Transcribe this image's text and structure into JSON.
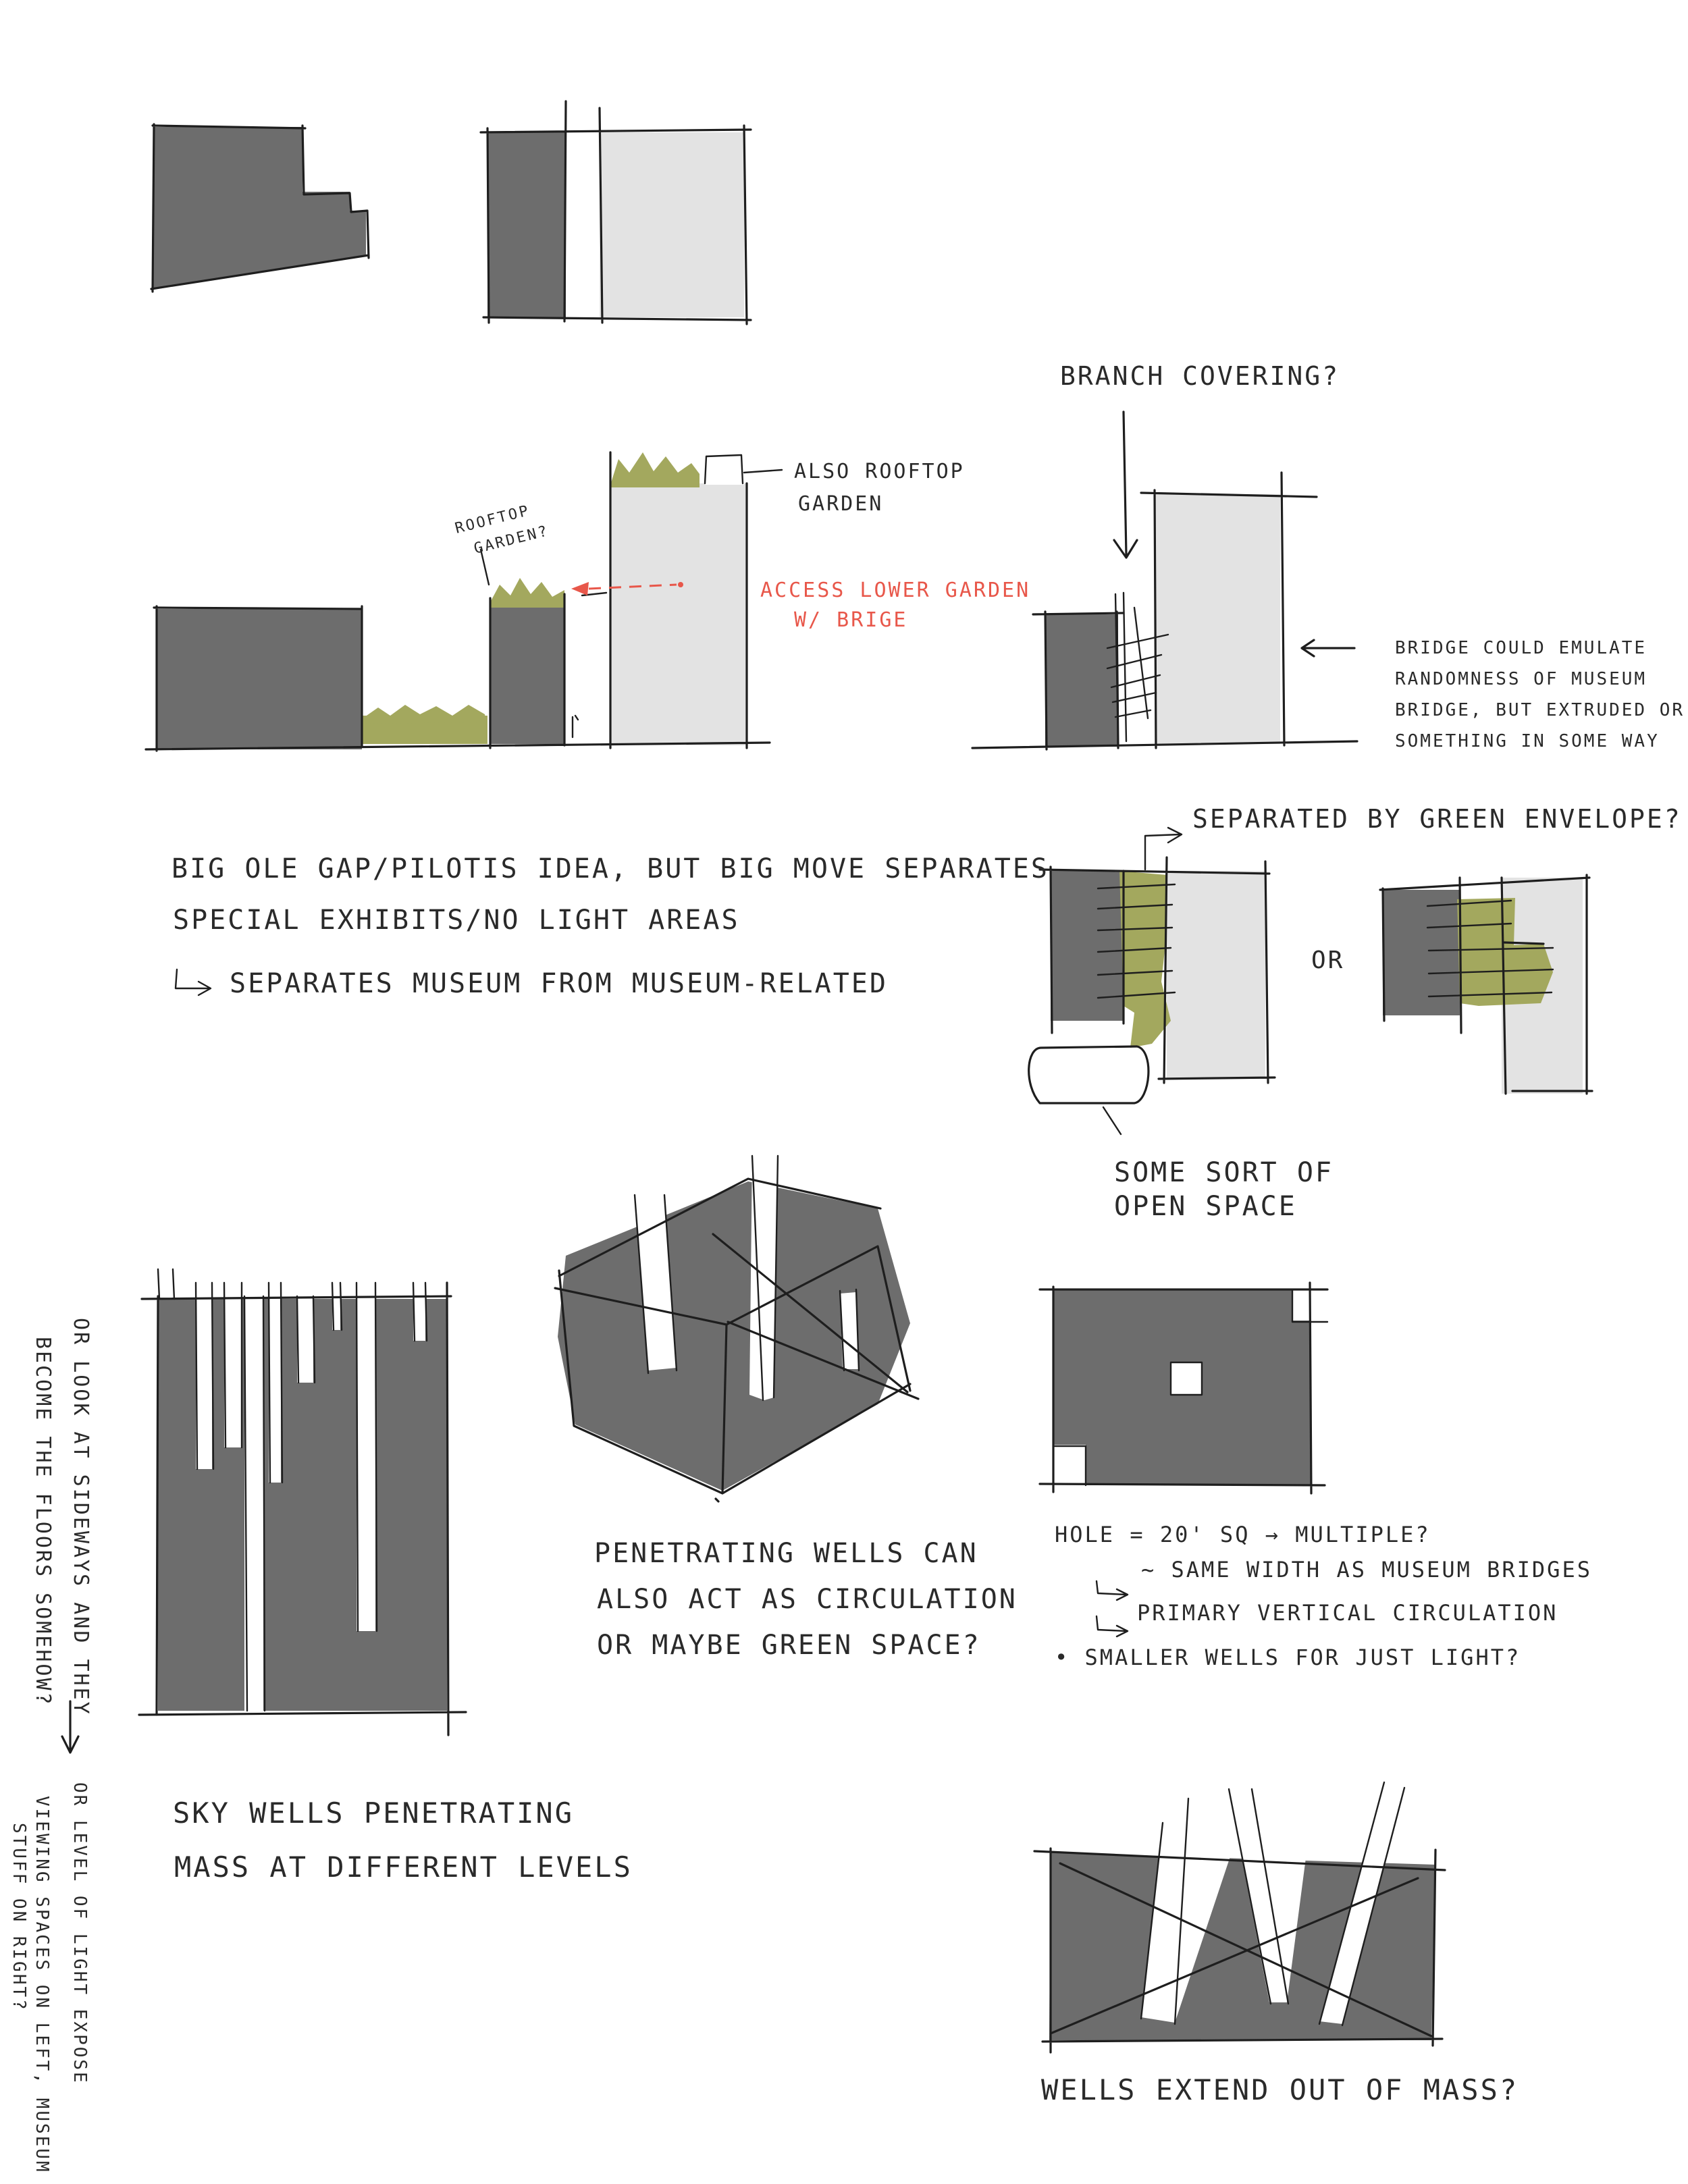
{
  "palette": {
    "dark_mass": "#6d6d6d",
    "light_mass": "#e3e3e3",
    "green": "#a3a85e",
    "ink": "#1e1e1e",
    "red_note": "#e8574a"
  },
  "notes": {
    "branch_covering": "BRANCH COVERING?",
    "also_rooftop_garden_1": "ALSO ROOFTOP",
    "also_rooftop_garden_2": "GARDEN",
    "rooftop_garden_1": "ROOFTOP",
    "rooftop_garden_2": "GARDEN?",
    "access_lower_garden_1": "ACCESS LOWER GARDEN",
    "access_lower_garden_2": "W/ BRIGE",
    "bridge_emulate_1": "BRIDGE COULD EMULATE",
    "bridge_emulate_2": "RANDOMNESS OF MUSEUM",
    "bridge_emulate_3": "BRIDGE, BUT EXTRUDED OR",
    "bridge_emulate_4": "SOMETHING IN SOME WAY",
    "big_gap_1": "BIG OLE GAP/PILOTIS IDEA, BUT BIG MOVE SEPARATES",
    "big_gap_2": "SPECIAL EXHIBITS/NO LIGHT AREAS",
    "big_gap_3": "SEPARATES MUSEUM FROM MUSEUM-RELATED",
    "separated_green": "SEPARATED BY GREEN ENVELOPE?",
    "or": "OR",
    "open_space_1": "SOME SORT OF",
    "open_space_2": "OPEN SPACE",
    "penetrating_1": "PENETRATING WELLS CAN",
    "penetrating_2": "ALSO ACT AS CIRCULATION",
    "penetrating_3": "OR MAYBE GREEN SPACE?",
    "hole_1": "HOLE = 20' SQ → MULTIPLE?",
    "hole_2": "~ SAME WIDTH AS MUSEUM BRIDGES",
    "hole_3": "PRIMARY VERTICAL CIRCULATION",
    "hole_4": "• SMALLER WELLS FOR JUST LIGHT?",
    "sky_wells_1": "SKY WELLS PENETRATING",
    "sky_wells_2": "MASS AT DIFFERENT LEVELS",
    "side_1": "OR LOOK AT SIDEWAYS AND THEY",
    "side_2": "BECOME THE FLOORS SOMEHOW?",
    "side_3": "OR LEVEL OF LIGHT EXPOSE",
    "side_4": "VIEWING SPACES ON LEFT, MUSEUM",
    "side_5": "STUFF ON RIGHT?",
    "wells_extend": "WELLS EXTEND OUT OF MASS?"
  }
}
